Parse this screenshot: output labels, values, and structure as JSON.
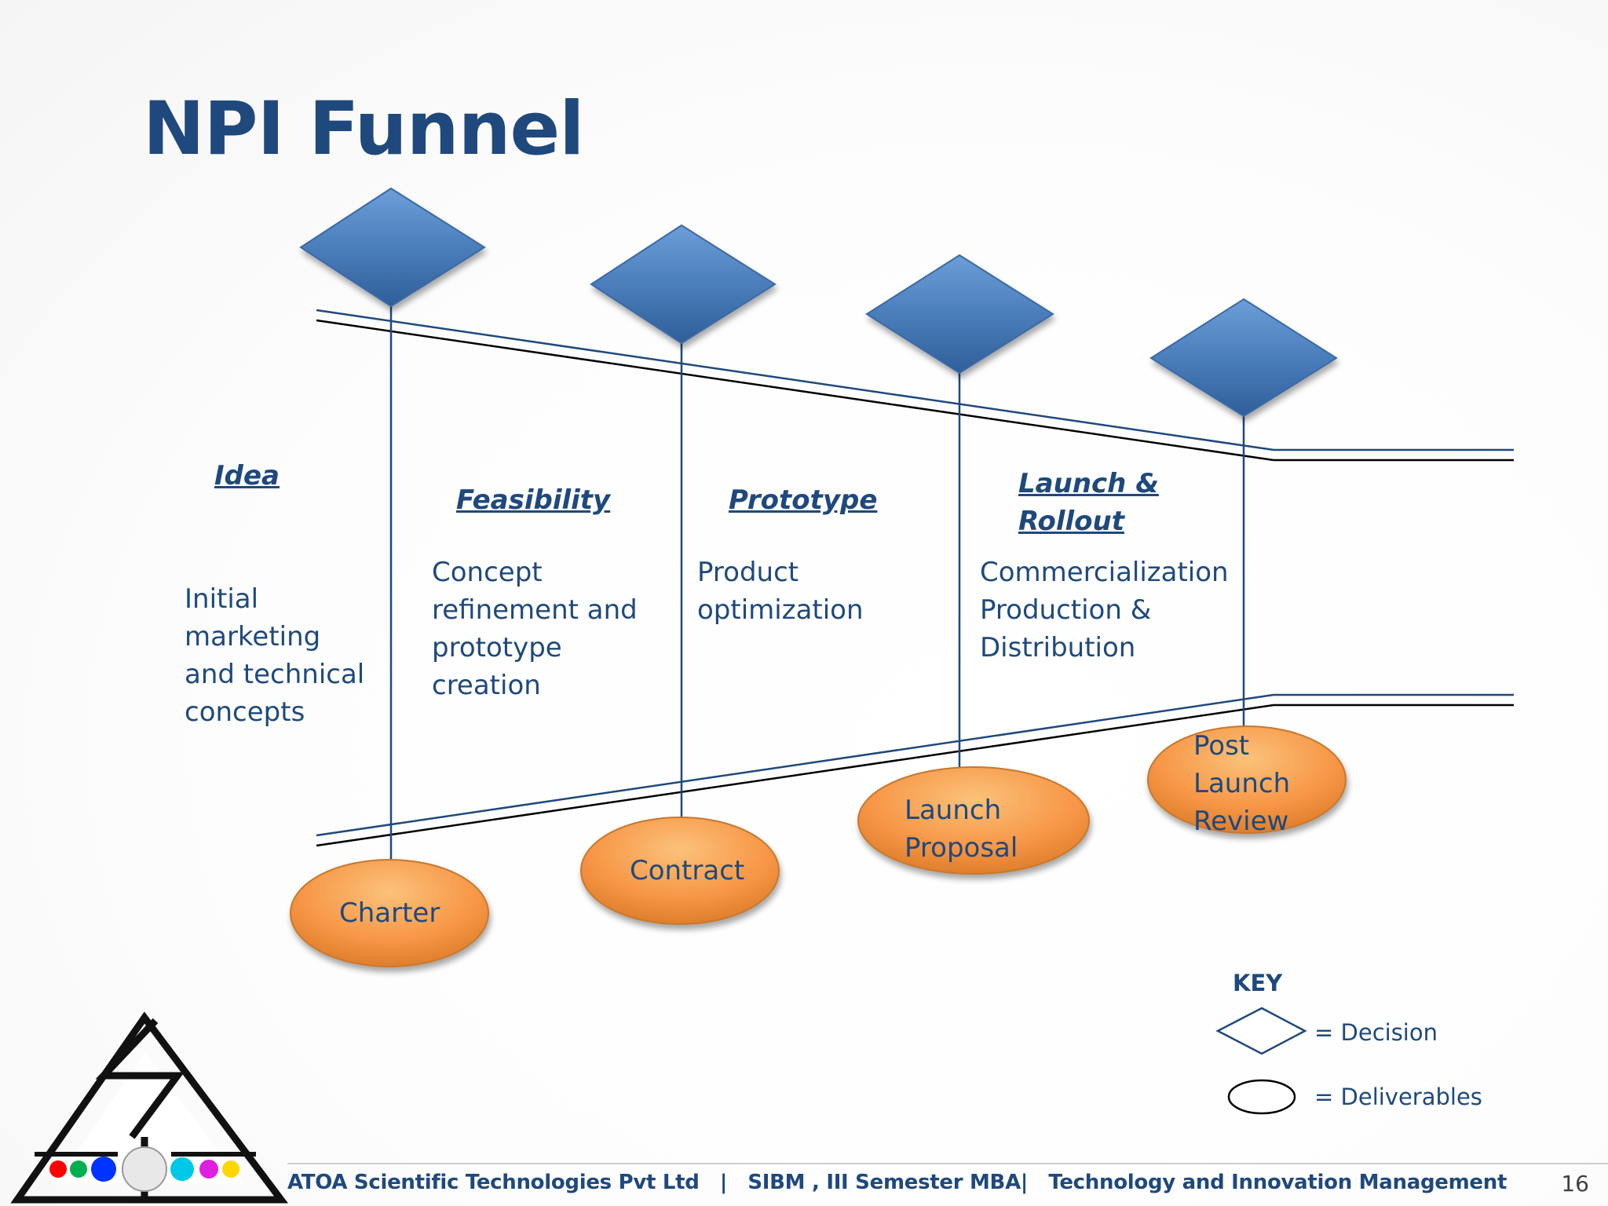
{
  "title": "NPI Funnel",
  "stages": [
    {
      "name": "Idea",
      "description": "Initial marketing and technical concepts"
    },
    {
      "name": "Feasibility",
      "description": "Concept refinement and prototype creation"
    },
    {
      "name": "Prototype",
      "description": "Product optimization"
    },
    {
      "name": "Launch & Rollout",
      "description": "Commercialization Production & Distribution"
    }
  ],
  "deliverables": [
    "Charter",
    "Contract",
    "Launch Proposal",
    "Post Launch Review"
  ],
  "decision_count": 4,
  "colors": {
    "title": "#1f497d",
    "decision_fill": "#4a7ebb",
    "deliverable_fill": "#f79646",
    "funnel_line_blue": "#1f497d",
    "funnel_line_black": "#000000"
  },
  "key": {
    "title": "KEY",
    "decision_label": "= Decision",
    "deliverables_label": "= Deliverables"
  },
  "footer": {
    "company": "ATOA Scientific Technologies Pvt Ltd",
    "separator1": "|",
    "program": "SIBM , III Semester MBA|",
    "course": "Technology and Innovation Management",
    "page_number": "16"
  }
}
